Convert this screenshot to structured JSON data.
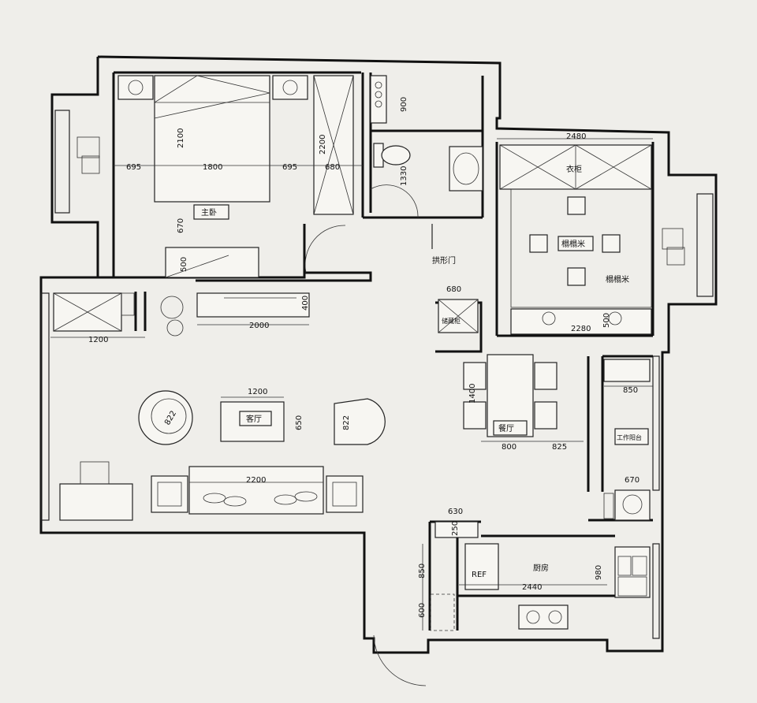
{
  "rooms": {
    "master_bedroom": "主卧",
    "living_room": "客厅",
    "dining": "餐厅",
    "tatami": "榻榻米",
    "tatami_2": "榻榻米",
    "wardrobe": "衣柜",
    "storage": "储藏柜",
    "arch_door": "拱形门",
    "work_balcony": "工作阳台",
    "kitchen": "厨房",
    "fridge": "REF"
  },
  "dimensions": {
    "d695_left": "695",
    "d1800": "1800",
    "d695_right": "695",
    "d680_top": "680",
    "d2100": "2100",
    "d2200_wardrobe": "2200",
    "d670": "670",
    "d500_tv": "500",
    "d900": "900",
    "d1330": "1330",
    "d2480": "2480",
    "d680_storage": "680",
    "d2280": "2280",
    "d500_tatami": "500",
    "d400": "400",
    "d2000": "2000",
    "d1200_left": "1200",
    "d1200_table": "1200",
    "d650": "650",
    "d822_left": "822",
    "d822_right": "822",
    "d2200_sofa": "2200",
    "d1400": "1400",
    "d800": "800",
    "d825": "825",
    "d850_balcony": "850",
    "d670_balcony": "670",
    "d630": "630",
    "d250": "250",
    "d850_kitchen": "850",
    "d600": "600",
    "d2440": "2440",
    "d980": "980"
  },
  "icons": [
    "plant-icon",
    "lamp-icon",
    "toilet-icon",
    "washbasin-icon",
    "stove-icon",
    "sink-icon",
    "washing-machine-icon"
  ]
}
